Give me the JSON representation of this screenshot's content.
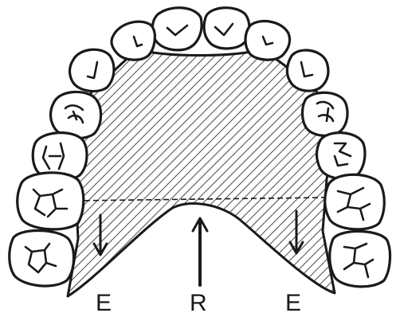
{
  "labels": {
    "left": "E",
    "center": "R",
    "right": "E"
  }
}
